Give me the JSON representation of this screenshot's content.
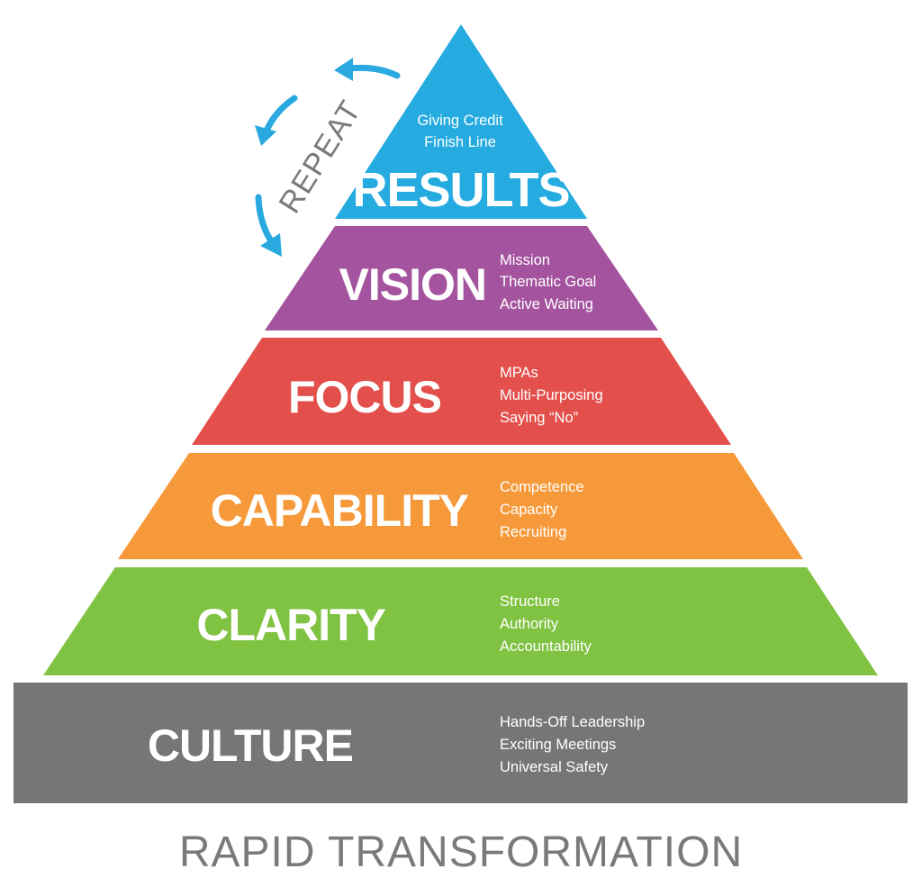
{
  "colors": {
    "results": "#26abe1",
    "vision": "#a4539f",
    "focus": "#e34f4b",
    "capability": "#f6993a",
    "clarity": "#80c242",
    "culture": "#767676",
    "text_gray": "#7a7a7a",
    "arrow_blue": "#29a9df"
  },
  "tiers": {
    "results": {
      "title": "RESULTS",
      "items": [
        "Giving Credit",
        "Finish Line"
      ]
    },
    "vision": {
      "title": "VISION",
      "items": [
        "Mission",
        "Thematic Goal",
        "Active Waiting"
      ]
    },
    "focus": {
      "title": "FOCUS",
      "items": [
        "MPAs",
        "Multi-Purposing",
        "Saying “No”"
      ]
    },
    "capability": {
      "title": "CAPABILITY",
      "items": [
        "Competence",
        "Capacity",
        "Recruiting"
      ]
    },
    "clarity": {
      "title": "CLARITY",
      "items": [
        "Structure",
        "Authority",
        "Accountability"
      ]
    },
    "culture": {
      "title": "CULTURE",
      "items": [
        "Hands-Off Leadership",
        "Exciting Meetings",
        "Universal Safety"
      ]
    }
  },
  "repeat_label": "REPEAT",
  "footer_title": "RAPID TRANSFORMATION",
  "icons": {
    "repeat_arrows": "curved-arrow-icon"
  }
}
